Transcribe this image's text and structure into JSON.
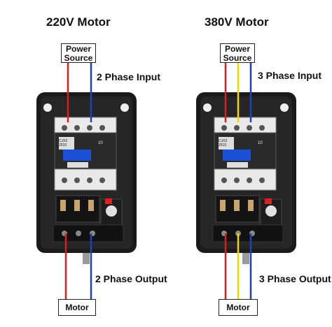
{
  "left_panel": {
    "title": "220V Motor",
    "power_source": [
      "Power",
      "Source"
    ],
    "input_label": "2 Phase Input",
    "output_label": "2 Phase Output",
    "motor_label": "Motor",
    "wire_colors": [
      "#d62020",
      "#1f3fbf"
    ]
  },
  "right_panel": {
    "title": "380V Motor",
    "power_source": [
      "Power",
      "Source"
    ],
    "input_label": "3 Phase Input",
    "output_label": "3 Phase Output",
    "motor_label": "Motor",
    "wire_colors": [
      "#d62020",
      "#f2d600",
      "#1f3fbf"
    ]
  },
  "device": {
    "model_text": [
      "CJX2",
      "2510"
    ],
    "rating_text": "10"
  }
}
